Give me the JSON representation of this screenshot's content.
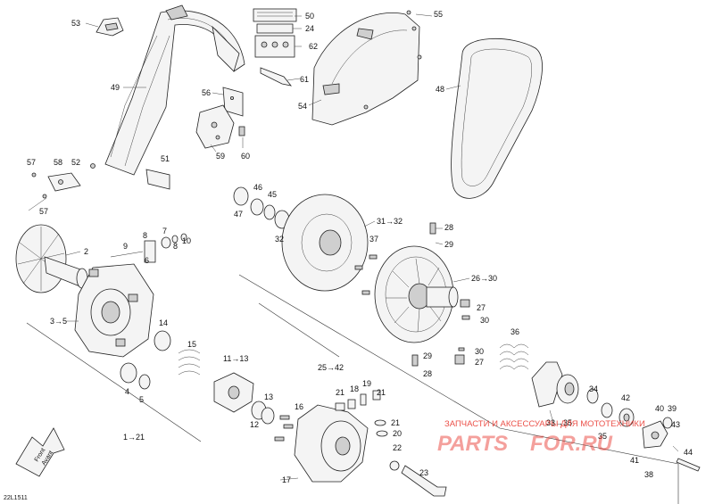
{
  "diagram_code": "22L1511",
  "orientation": {
    "line1": "Front",
    "line2": "Avant"
  },
  "watermark": {
    "caption": "ЗАПЧАСТИ И АКСЕССУАРЫ ДЛЯ МОТОТЕХНИКИ",
    "brand_left": "PARTS",
    "brand_right": "FOR.RU",
    "color": "#e8332a"
  },
  "callouts": {
    "c53": "53",
    "c50": "50",
    "c24a": "24",
    "c62": "62",
    "c55": "55",
    "c49": "49",
    "c48": "48",
    "c61": "61",
    "c56": "56",
    "c54": "54",
    "c59": "59",
    "c60": "60",
    "c57a": "57",
    "c58": "58",
    "c52": "52",
    "c51": "51",
    "c57b": "57",
    "c46": "46",
    "c45": "45",
    "c47": "47",
    "c32": "32",
    "c31": "31→32",
    "c28a": "28",
    "c29a": "29",
    "c2": "2",
    "c9": "9",
    "c8a": "8",
    "c7": "7",
    "c10": "10",
    "c8b": "8",
    "c6": "6",
    "c37": "37",
    "c26": "26→30",
    "c27a": "27",
    "c30a": "30",
    "c3": "3→5",
    "c14": "14",
    "c15": "15",
    "c11": "11→13",
    "c36": "36",
    "c30b": "30",
    "c27b": "27",
    "c29b": "29",
    "c28b": "28",
    "c25": "25→42",
    "c4": "4",
    "c5": "5",
    "c13": "13",
    "c12": "12",
    "c16": "16",
    "c21a": "21",
    "c18": "18",
    "c19": "19",
    "c21b": "21",
    "c34": "34",
    "c42": "42",
    "c40": "40",
    "c39": "39",
    "c43": "43",
    "c33": "33→35",
    "c35": "35",
    "c21c": "21",
    "c20": "20",
    "c1": "1→21",
    "c22": "22",
    "c44": "44",
    "c41": "41",
    "c23": "23",
    "c38": "38",
    "c17": "17"
  }
}
